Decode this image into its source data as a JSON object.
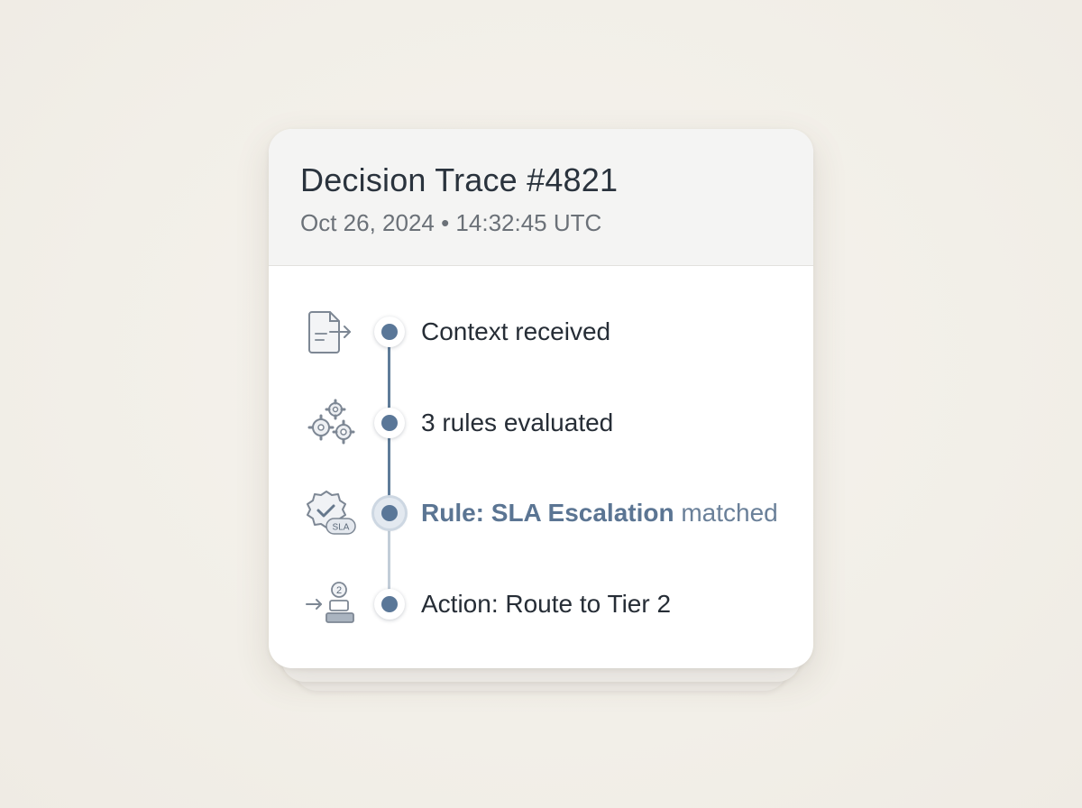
{
  "trace": {
    "title": "Decision Trace #4821",
    "timestamp": "Oct 26, 2024 • 14:32:45 UTC"
  },
  "steps": [
    {
      "icon": "document-arrow-icon",
      "label": "Context received"
    },
    {
      "icon": "gears-icon",
      "label": "3 rules evaluated"
    },
    {
      "icon": "sla-badge-check-icon",
      "label_rule": "Rule: SLA Escalation",
      "label_suffix": " matched",
      "badge_text": "SLA",
      "active": true
    },
    {
      "icon": "route-tier-icon",
      "label": "Action: Route to Tier 2",
      "tier_number": "2"
    }
  ],
  "colors": {
    "accent": "#5a7798",
    "rail_done": "#5f7c99",
    "rail_pending": "#c2cdd8",
    "background": "#f3f0ea"
  }
}
